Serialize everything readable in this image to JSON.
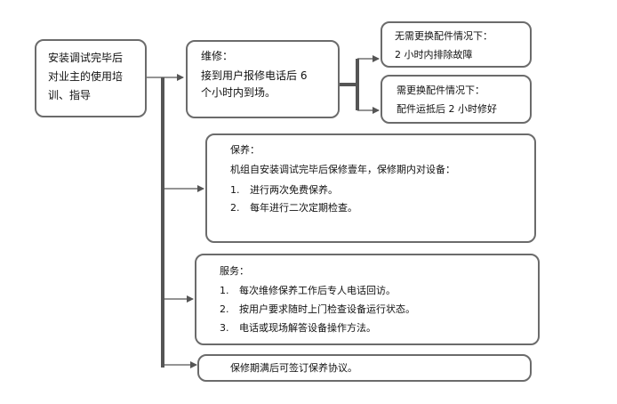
{
  "start": {
    "line1": "安装调试完毕后",
    "line2": "对业主的使用培",
    "line3": "训、指导"
  },
  "repair": {
    "title": "维修：",
    "line1": "接到用户报修电话后 6",
    "line2": "个小时内到场。"
  },
  "no_parts": {
    "title": "无需更换配件情况下：",
    "detail": "2 小时内排除故障"
  },
  "parts": {
    "title": "需更换配件情况下：",
    "detail": "配件运抵后 2 小时修好"
  },
  "maintenance": {
    "title": "保养：",
    "intro": "机组自安装调试完毕后保修壹年，保修期内对设备：",
    "items": [
      {
        "num": "1.",
        "text": "进行两次免费保养。"
      },
      {
        "num": "2.",
        "text": "每年进行二次定期检查。"
      }
    ]
  },
  "service": {
    "title": "服务：",
    "items": [
      {
        "num": "1.",
        "text": "每次维修保养工作后专人电话回访。"
      },
      {
        "num": "2.",
        "text": "按用户要求随时上门检查设备运行状态。"
      },
      {
        "num": "3.",
        "text": "电话或现场解答设备操作方法。"
      }
    ]
  },
  "contract": {
    "text": "保修期满后可签订保养协议。"
  }
}
